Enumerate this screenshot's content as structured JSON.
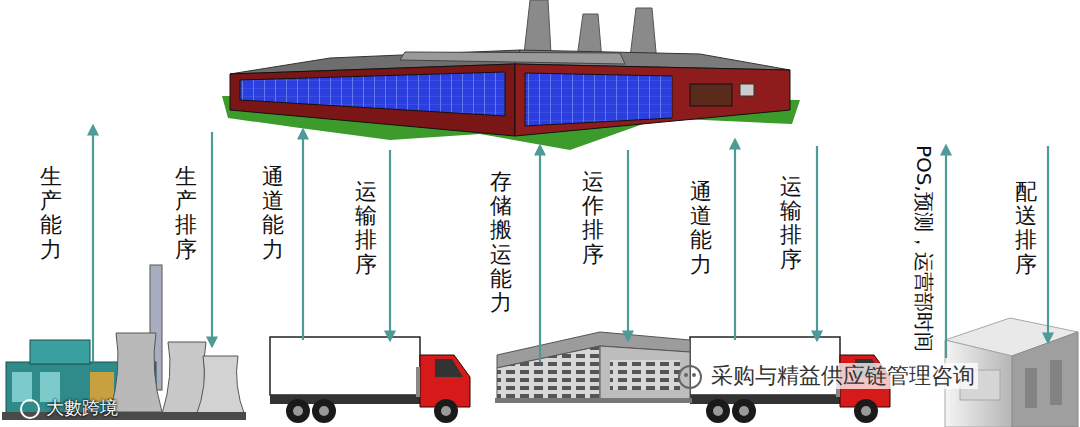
{
  "diagram": {
    "labels": [
      "生产能力",
      "生产排序",
      "通道能力",
      "运输排序",
      "存储搬运能力",
      "运作排序",
      "通道能力",
      "运输排序",
      "POS,预测，运营部时间",
      "配送排序",
      "采购与精益供应链管理咨询",
      "大數跨境"
    ]
  }
}
